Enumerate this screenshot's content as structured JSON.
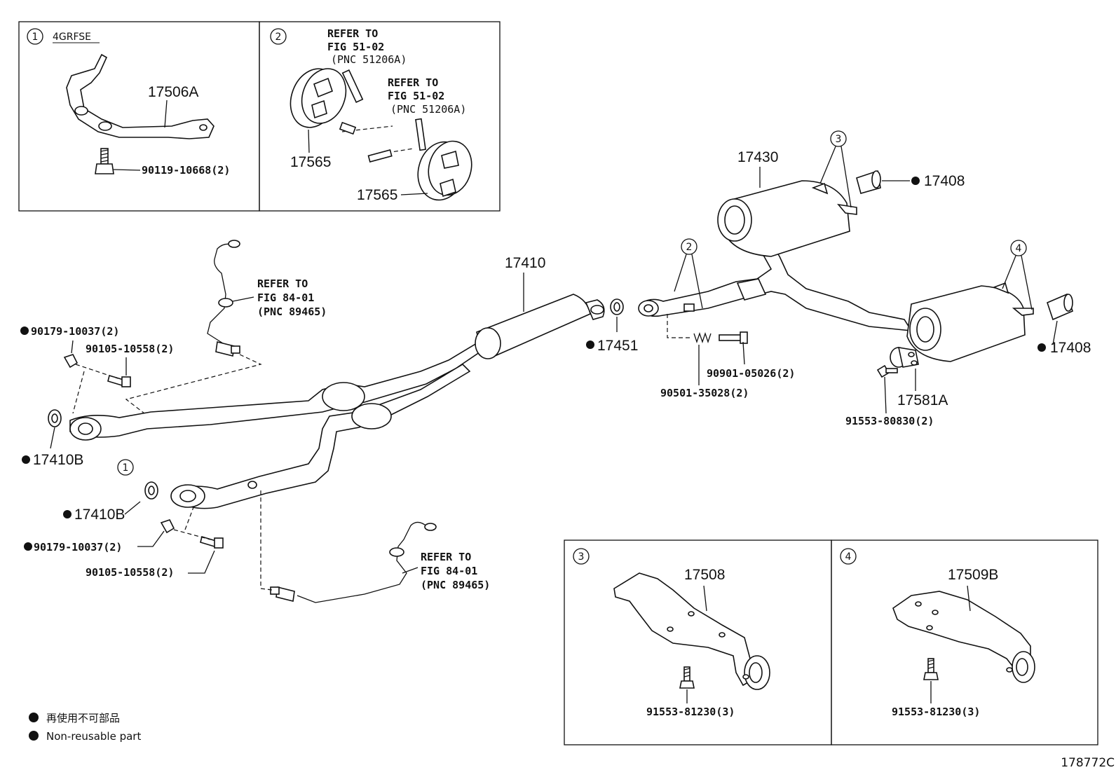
{
  "boxes": {
    "box1": {
      "num": "1",
      "engine": "4GRFSE",
      "part": "17506A",
      "bolt": "90119-10668(2)"
    },
    "box2": {
      "num": "2",
      "refer1": [
        "REFER TO",
        "FIG 51-02",
        "(PNC 51206A)"
      ],
      "refer2": [
        "REFER TO",
        "FIG 51-02",
        "(PNC 51206A)"
      ],
      "part_a": "17565",
      "part_b": "17565"
    },
    "box3": {
      "num": "3",
      "part": "17508",
      "bolt": "91553-81230(3)"
    },
    "box4": {
      "num": "4",
      "part": "17509B",
      "bolt": "91553-81230(3)"
    }
  },
  "labels": {
    "p17410": "17410",
    "p17430": "17430",
    "p17451": "17451",
    "p17408_top": "17408",
    "p17408_bottom": "17408",
    "p17581A": "17581A",
    "p90901": "90901-05026(2)",
    "p90501": "90501-35028(2)",
    "p91553_80830": "91553-80830(2)",
    "p90179_top": "90179-10037(2)",
    "p90105_top": "90105-10558(2)",
    "p17410B_top": "17410B",
    "p17410B_bottom": "17410B",
    "p90179_bottom": "90179-10037(2)",
    "p90105_bottom": "90105-10558(2)",
    "refer_84_top": [
      "REFER TO",
      "FIG 84-01",
      "(PNC 89465)"
    ],
    "refer_84_bottom": [
      "REFER TO",
      "FIG 84-01",
      "(PNC 89465)"
    ]
  },
  "callouts": {
    "c1": "1",
    "c2": "2",
    "c3": "3",
    "c4": "4"
  },
  "legend": {
    "japanese": "再使用不可部品",
    "english": "Non-reusable part"
  },
  "figure_code": "178772C"
}
